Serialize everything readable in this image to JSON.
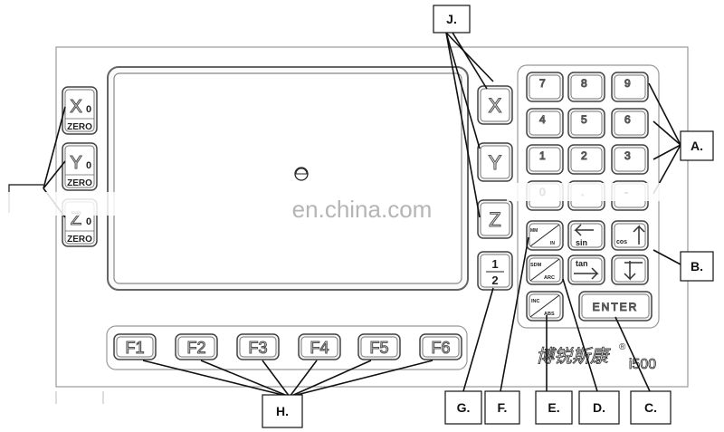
{
  "watermark": "en.china.com",
  "brand": {
    "chinese": "博锐斯康",
    "model": "i500",
    "registered_mark": "®"
  },
  "axis_keys": {
    "left": [
      {
        "main": "X",
        "sub": "0",
        "caption": "ZERO"
      },
      {
        "main": "Y",
        "sub": "0",
        "caption": "ZERO"
      },
      {
        "main": "Z",
        "sub": "0",
        "caption": "ZERO"
      }
    ],
    "right": [
      "X",
      "Y",
      "Z"
    ],
    "half_top": "1",
    "half_bottom": "2"
  },
  "numpad": [
    "7",
    "8",
    "9",
    "4",
    "5",
    "6",
    "1",
    "2",
    "3",
    "0",
    ".",
    "-"
  ],
  "function_keys": [
    "F1",
    "F2",
    "F3",
    "F4",
    "F5",
    "F6"
  ],
  "special_keys": {
    "mm_in_top": "MM",
    "mm_in_bottom": "IN",
    "sin": "sin",
    "cos": "cos",
    "tan": "tan",
    "sdm_top": "SDM",
    "sdm_bottom": "ARC",
    "inc_top": "INC",
    "inc_bottom": "ABS",
    "enter": "ENTER"
  },
  "callouts": [
    "A.",
    "B.",
    "C.",
    "D.",
    "E.",
    "F.",
    "G.",
    "H.",
    "J."
  ]
}
